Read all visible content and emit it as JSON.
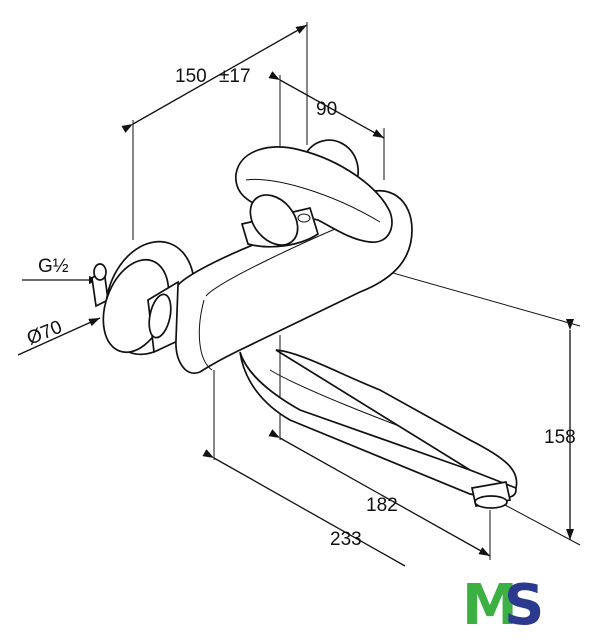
{
  "dimensions": {
    "width_total": "150",
    "tolerance": "±17",
    "offset": "90",
    "thread": "G½",
    "diameter": "Ø70",
    "height": "158",
    "spout_reach": "182",
    "overall_length": "233"
  },
  "logo": {
    "text_m": "M",
    "text_s": "S",
    "color_m": "#3cb043",
    "color_s": "#2b3a8f"
  }
}
